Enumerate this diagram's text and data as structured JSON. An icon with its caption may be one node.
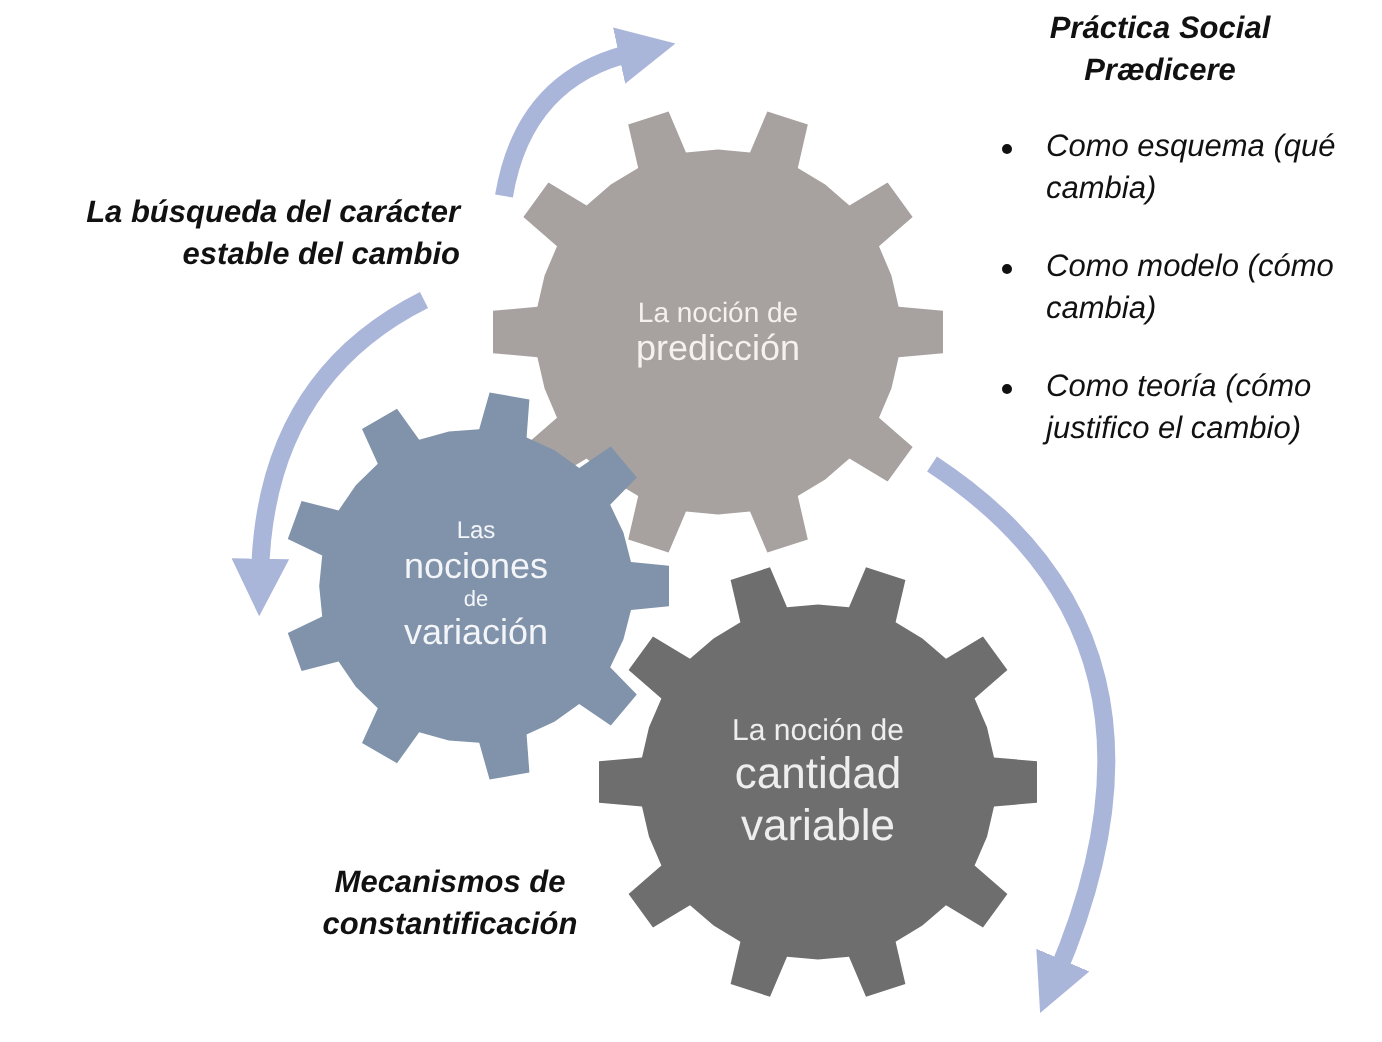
{
  "diagram": {
    "nodes": [
      {
        "text": [
          "La noción de",
          "predicción"
        ]
      },
      {
        "text": [
          "Las",
          "nociones",
          "de",
          "variación"
        ]
      },
      {
        "text": [
          "La noción de",
          "cantidad variable"
        ]
      }
    ],
    "labels": [
      "La búsqueda del carácter estable del cambio",
      "Práctica Social Prædicere",
      "Como esquema (qué cambia)",
      "Como modelo (cómo cambia)",
      "Como teoría (cómo justifico el cambio)",
      "Mecanismos de constantificación"
    ]
  }
}
